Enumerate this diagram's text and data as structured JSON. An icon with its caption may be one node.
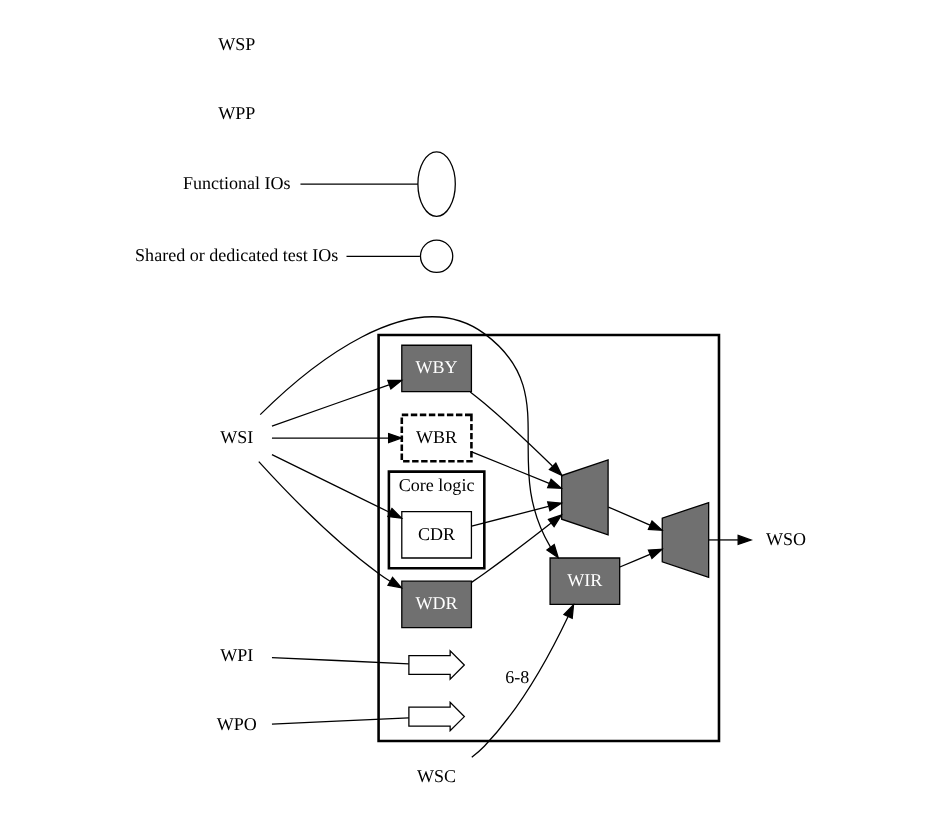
{
  "diagram": {
    "nodes": [
      {
        "text": [],
        "shape": "box"
      },
      {
        "text": [
          "WBR"
        ],
        "in": 0
      },
      {
        "text": [
          "Core logic"
        ],
        "in": 0
      },
      {
        "text": [
          "CDR"
        ],
        "in": 2
      },
      {
        "text": [
          "WDR"
        ],
        "in": 0
      },
      {
        "text": [
          "WBY"
        ],
        "in": 0
      },
      {
        "text": [
          "WIR"
        ],
        "in": 0
      },
      {
        "text": [],
        "shape": "trapezoid",
        "in": 0
      },
      {
        "text": [],
        "shape": "trapezoid",
        "in": 0
      },
      {
        "text": [
          "WSI"
        ]
      },
      {
        "text": [
          "WSO"
        ]
      },
      {
        "text": [
          "WSC"
        ]
      },
      {
        "text": [
          "WPI"
        ]
      },
      {
        "text": [
          "WPO"
        ]
      },
      {
        "text": [
          "Shared or dedicated test IOs"
        ]
      },
      {
        "text": [],
        "shape": "circle"
      },
      {
        "text": [
          "Functional IOs"
        ]
      },
      {
        "text": [],
        "shape": "ellipse"
      },
      {
        "text": [],
        "shape": "arrow",
        "in": 0
      },
      {
        "text": [],
        "shape": "arrow",
        "in": 0
      }
    ],
    "edges": [
      {
        "from": 9,
        "to": 1,
        "arrow": "to"
      },
      {
        "from": 9,
        "to": 3,
        "arrow": "to"
      },
      {
        "from": 9,
        "to": 4,
        "arrow": "to"
      },
      {
        "from": 9,
        "to": 5,
        "arrow": "to"
      },
      {
        "from": 9,
        "to": 6,
        "arrow": "to"
      },
      {
        "from": 3,
        "to": 7,
        "arrow": "to"
      },
      {
        "from": 1,
        "to": 7,
        "arrow": "to"
      },
      {
        "from": 4,
        "to": 7,
        "arrow": "to"
      },
      {
        "from": 5,
        "to": 7,
        "arrow": "to"
      },
      {
        "from": 7,
        "to": 8,
        "arrow": "to"
      },
      {
        "from": 6,
        "to": 8,
        "arrow": "to"
      },
      {
        "from": 8,
        "to": 10,
        "arrow": "to"
      },
      {
        "from": 11,
        "to": 6,
        "arrow": "to",
        "label": "6-8"
      },
      {
        "from": 12,
        "to": 18,
        "arrow": "none"
      },
      {
        "from": 13,
        "to": 19,
        "arrow": "none"
      },
      {
        "from": 14,
        "to": 15,
        "arrow": "none"
      },
      {
        "from": 16,
        "to": 17,
        "arrow": "none"
      }
    ],
    "labels": [
      "WPP",
      "WSP"
    ]
  }
}
